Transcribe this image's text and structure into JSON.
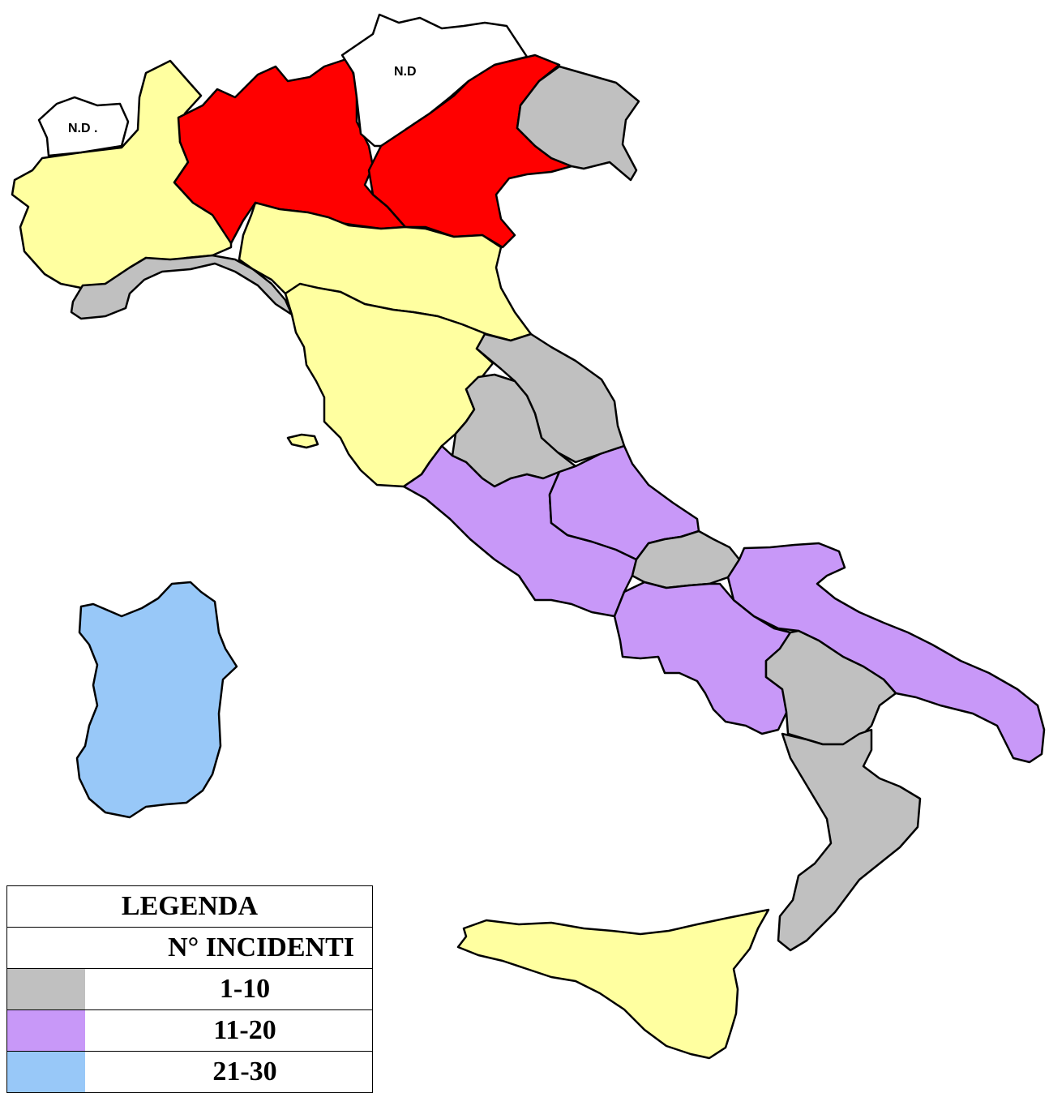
{
  "colors": {
    "gray": "#c0c0c0",
    "purple": "#c898f8",
    "blue": "#98c8f8",
    "red": "#ff0000",
    "yellow": "#ffffa0",
    "white": "#ffffff"
  },
  "labels": {
    "valle_daosta": "N.D .",
    "trentino": "N.D"
  },
  "legend": {
    "title": "LEGENDA",
    "subtitle": "N° INCIDENTI",
    "items": [
      {
        "range": "1-10",
        "color": "#c0c0c0"
      },
      {
        "range": "11-20",
        "color": "#c898f8"
      },
      {
        "range": "21-30",
        "color": "#98c8f8"
      }
    ]
  }
}
